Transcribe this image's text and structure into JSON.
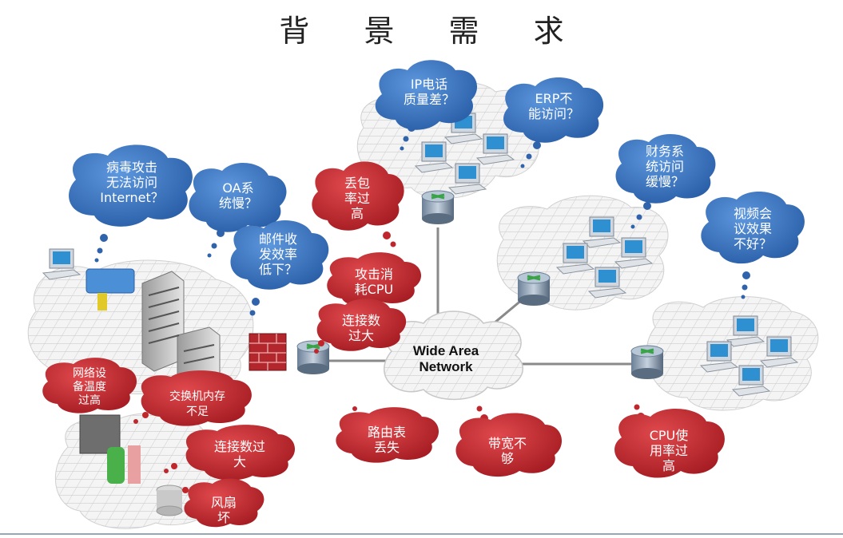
{
  "title": "背 景 需 求",
  "wan_label": "Wide Area\nNetwork",
  "blue_bubbles": [
    {
      "id": "ip-phone",
      "text": "IP电话\n质量差？"
    },
    {
      "id": "erp",
      "text": "ERP不\n能访问？"
    },
    {
      "id": "virus",
      "text": "病毒攻击\n无法访问\nInternet？"
    },
    {
      "id": "oa",
      "text": "OA系\n统慢？"
    },
    {
      "id": "mail",
      "text": "邮件收\n发效率\n低下？"
    },
    {
      "id": "finance",
      "text": "财务系\n统访问\n缓慢？"
    },
    {
      "id": "video",
      "text": "视频会\n议效果\n不好？"
    }
  ],
  "red_bubbles": [
    {
      "id": "packet-loss",
      "text": "丢包\n率过\n高"
    },
    {
      "id": "attack-cpu",
      "text": "攻击消\n耗CPU"
    },
    {
      "id": "conn-high-1",
      "text": "连接数\n过大"
    },
    {
      "id": "device-temp",
      "text": "网络设\n备温度\n过高"
    },
    {
      "id": "switch-mem",
      "text": "交换机内存\n不足"
    },
    {
      "id": "conn-high-2",
      "text": "连接数过\n大"
    },
    {
      "id": "fan",
      "text": "风扇\n坏"
    },
    {
      "id": "route-loss",
      "text": "路由表\n丢失"
    },
    {
      "id": "bandwidth",
      "text": "带宽不\n够"
    },
    {
      "id": "cpu-usage",
      "text": "CPU使\n用率过\n高"
    }
  ],
  "colors": {
    "blue_bubble": "#3d78c2",
    "red_bubble": "#c0272d",
    "firewall": "#b3262b",
    "grid": "#d6d6d6"
  }
}
